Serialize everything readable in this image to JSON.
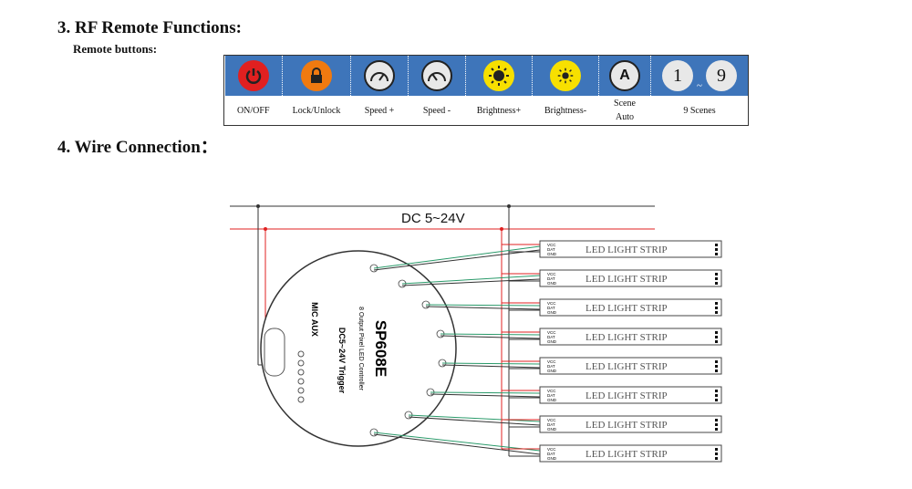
{
  "section3": {
    "title": "3. RF Remote Functions:",
    "subtitle": "Remote buttons:"
  },
  "buttons": [
    {
      "icon": "power-icon",
      "label": "ON/OFF",
      "color": "#e02020"
    },
    {
      "icon": "lock-icon",
      "label": "Lock/Unlock",
      "color": "#f07a10"
    },
    {
      "icon": "speed-up-icon",
      "label": "Speed +",
      "color": "#e8e8e8"
    },
    {
      "icon": "speed-down-icon",
      "label": "Speed -",
      "color": "#e8e8e8"
    },
    {
      "icon": "brightness-up-icon",
      "label": "Brightness+",
      "color": "#f7e000"
    },
    {
      "icon": "brightness-down-icon",
      "label": "Brightness-",
      "color": "#f7e000"
    },
    {
      "icon": "scene-auto-icon",
      "label": "Scene Auto",
      "color": "#e8e8e8"
    },
    {
      "icon": "nine-scenes-icon",
      "label": "9 Scenes",
      "color": "#e8e8e8"
    }
  ],
  "scene_digits": {
    "first": "1",
    "sep": "~",
    "last": "9"
  },
  "section4": {
    "title": "4. Wire Connection："
  },
  "diagram": {
    "supply_label": "DC 5~24V",
    "controller_name": "SP608E",
    "controller_desc": "8 Output Pixel LED Controller",
    "controller_power": "DC5~24V Trigger",
    "controller_ports": "MIC AUX",
    "strip_label": "LED  LIGHT STRIP",
    "strip_pins": [
      "VCC",
      "DAT",
      "GND"
    ]
  }
}
